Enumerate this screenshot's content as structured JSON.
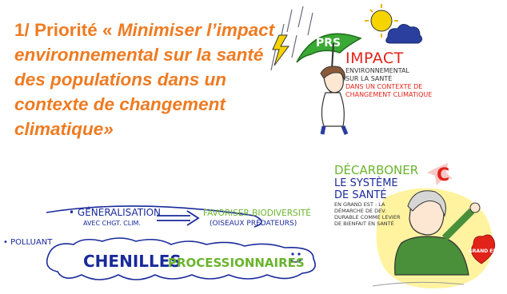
{
  "title": {
    "part1": "1/ Priorité « ",
    "part2": "Minimiser l’impact environnemental sur la santé des populations dans un contexte de changement climatique»"
  },
  "top_illustration": {
    "umbrella_label": "PRS",
    "heading": "IMPACT",
    "line1": "ENVIRONNEMENTAL",
    "line2": "SUR LA SANTÉ",
    "line3": "DANS UN CONTEXTE DE CHANGEMENT CLIMATIQUE",
    "colors": {
      "umbrella": "#3aa935",
      "impact": "#e2231a",
      "sun": "#f6d400"
    }
  },
  "bottom_left_diagram": {
    "generalisation": "• GÉNÉRALISATION",
    "generalisation_sub": "AVEC CHGT. CLIM.",
    "favoriser": "FAVORISER BIODIVERSITÉ",
    "favoriser_sub": "(OISEAUX PRÉDATEURS)",
    "polluant": "• POLLUANT",
    "chenilles": "CHENILLES",
    "processionnaires": "PROCESSIONNAIRES",
    "colors": {
      "green": "#6ab42d",
      "navy": "#1a2a9a"
    }
  },
  "bottom_right_illustration": {
    "title": "DÉCARBONER",
    "line2": "LE SYSTÈME",
    "line3": "DE SANTÉ",
    "small": "EN GRAND EST : LA DÉMARCHE DE DEV. DURABLE COMME LEVIER DE BIENFAIT EN SANTÉ",
    "carbon_symbol": "C",
    "badge": "GRAND EST"
  }
}
